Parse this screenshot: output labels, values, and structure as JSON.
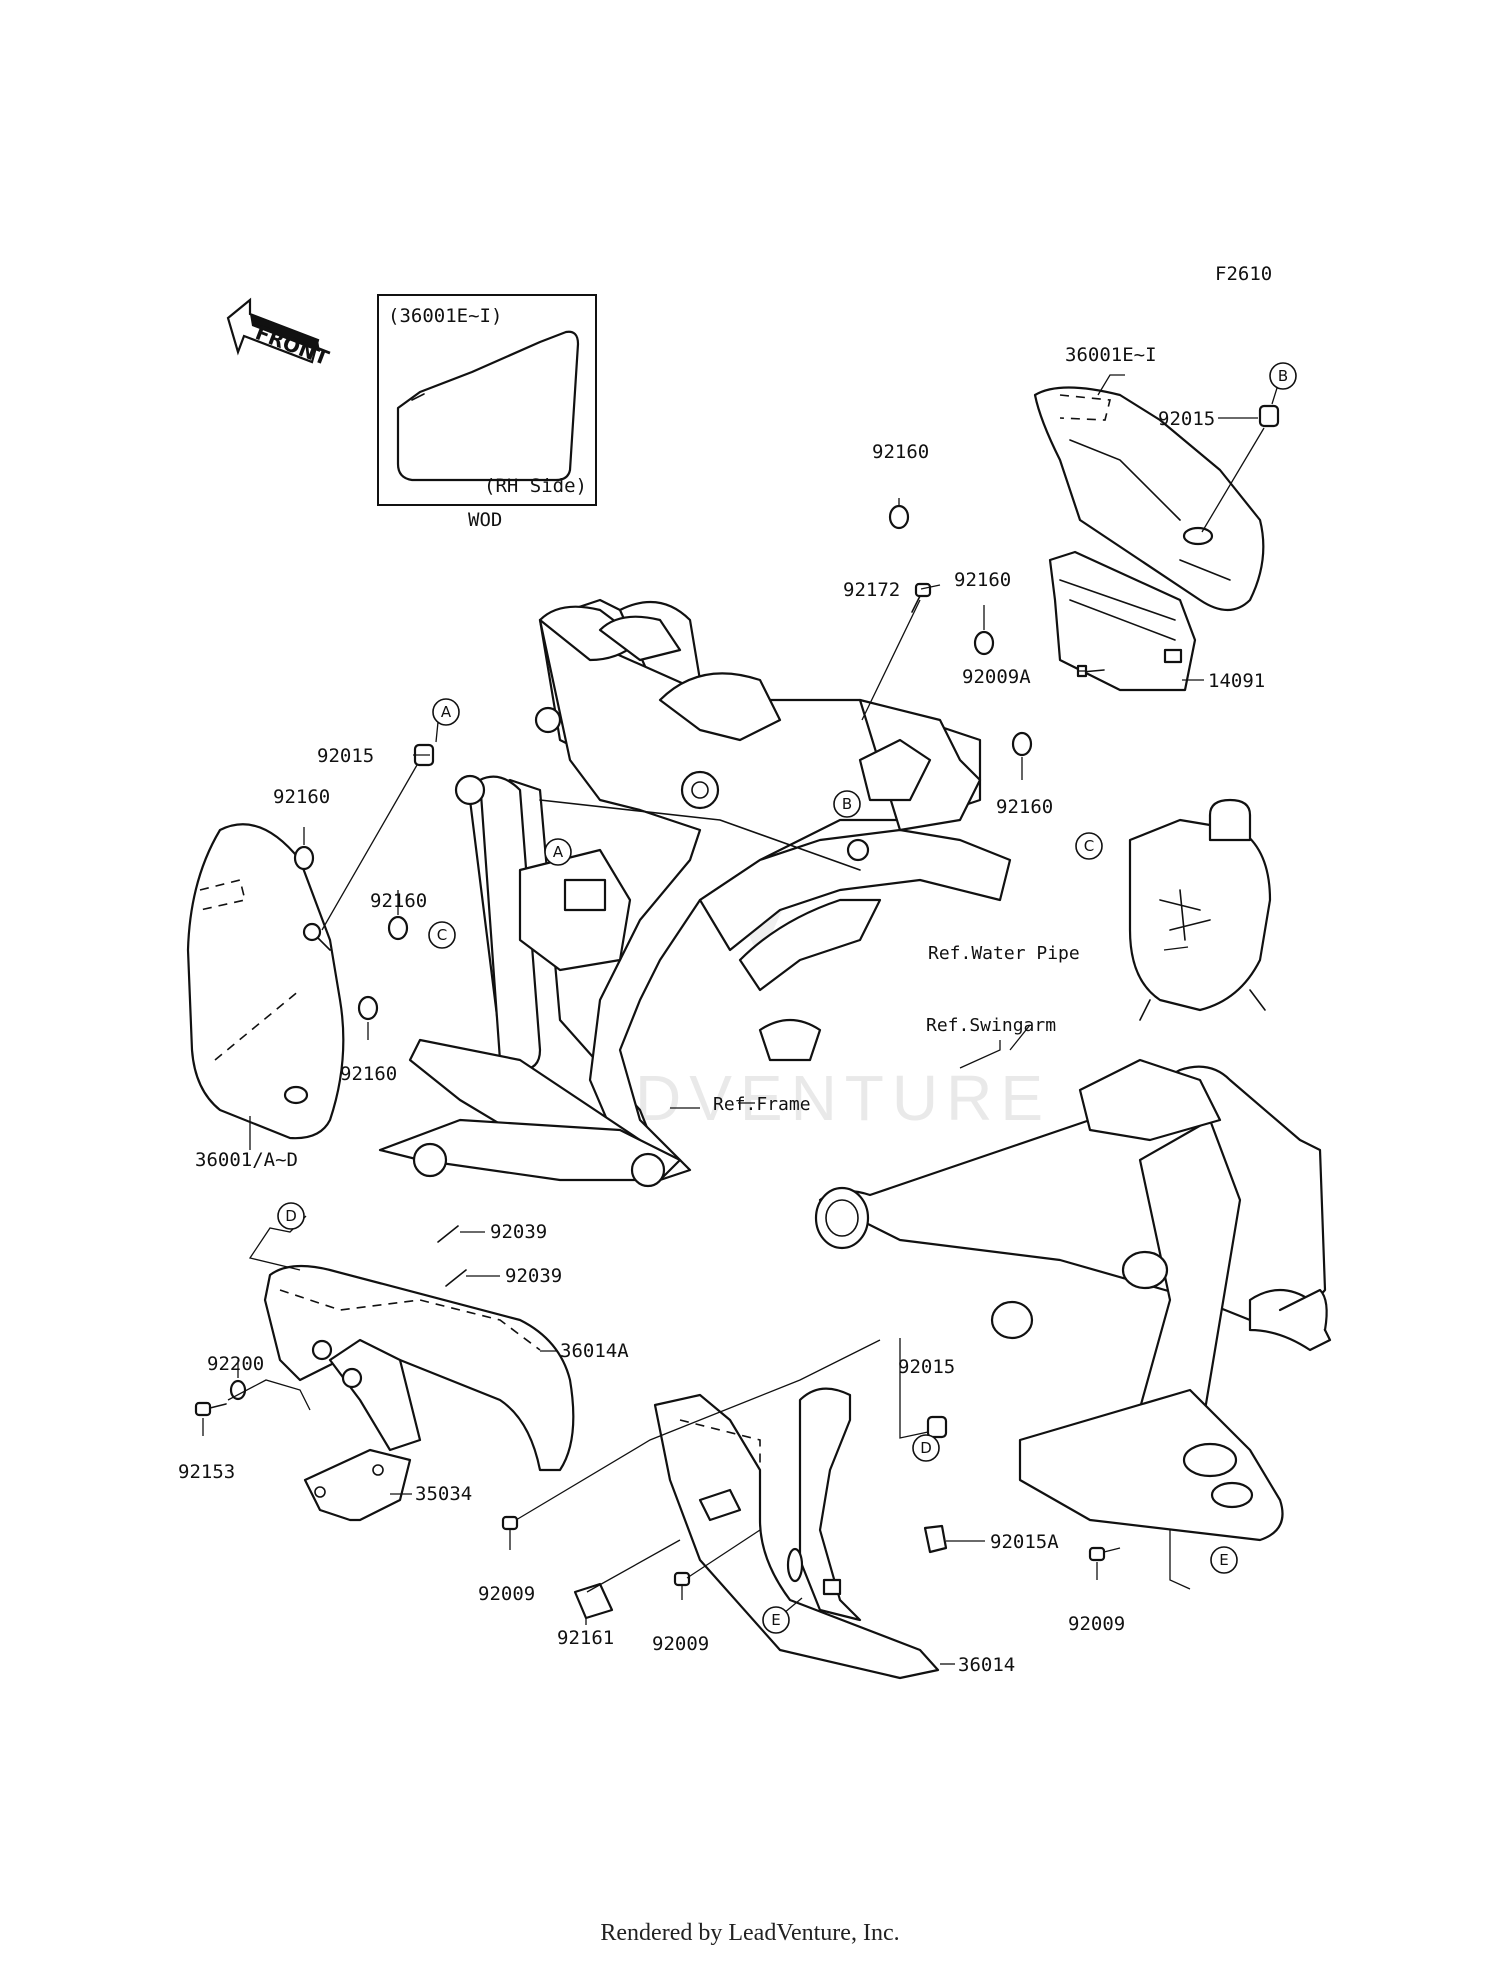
{
  "figure_code": "F2610",
  "front_label": "FRONT",
  "inset": {
    "title": "(36001E~I)",
    "side_note": "(RH Side)",
    "caption": "WOD"
  },
  "watermark_text": "LEADVENTURE",
  "callouts": {
    "p36001E_I": "36001E~I",
    "p92015_b": "92015",
    "p92160_top": "92160",
    "p92172": "92172",
    "p92160_mid": "92160",
    "p92009A": "92009A",
    "p14091": "14091",
    "p92160_right": "92160",
    "p92015_a": "92015",
    "p92160_left": "92160",
    "p92160_c": "92160",
    "p92160_low": "92160",
    "p36001_AD": "36001/A~D",
    "p92039_1": "92039",
    "p92039_2": "92039",
    "p92200": "92200",
    "p36014A": "36014A",
    "p92153": "92153",
    "p35034": "35034",
    "p92015_d": "92015",
    "p92009_1": "92009",
    "p92161": "92161",
    "p92009_2": "92009",
    "p92015A": "92015A",
    "p92009_3": "92009",
    "p36014": "36014"
  },
  "references": {
    "water_pipe": "Ref.Water Pipe",
    "swingarm": "Ref.Swingarm",
    "frame": "Ref.Frame"
  },
  "circle_labels": {
    "A": "A",
    "B": "B",
    "C": "C",
    "D": "D",
    "E": "E"
  },
  "footer": "Rendered by LeadVenture, Inc."
}
